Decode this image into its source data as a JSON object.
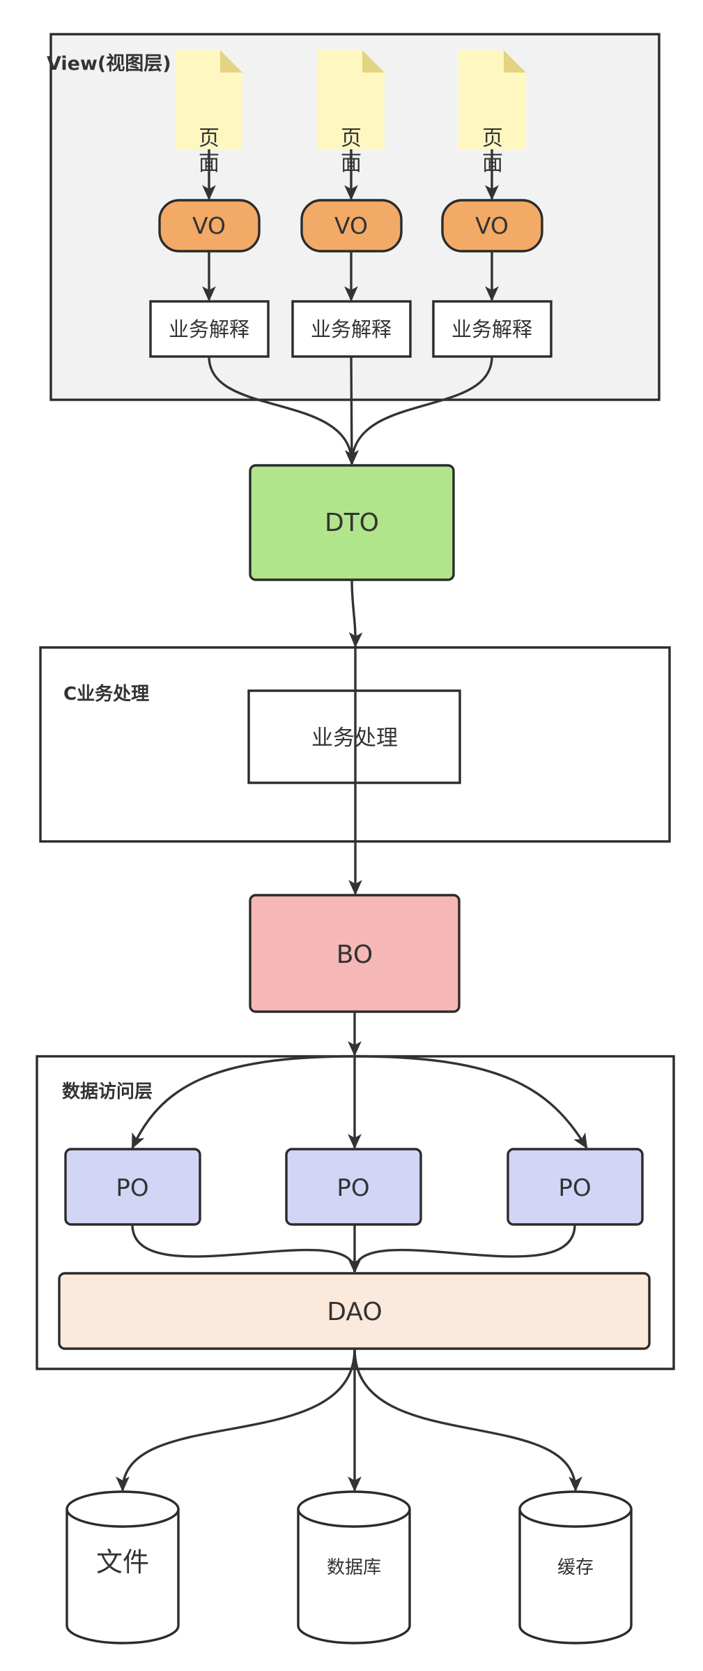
{
  "view_layer": {
    "title": "View(视图层)",
    "pages": [
      {
        "line1": "页",
        "line2": "面"
      },
      {
        "line1": "页",
        "line2": "面"
      },
      {
        "line1": "页",
        "line2": "面"
      }
    ],
    "vo_items": [
      {
        "label": "VO"
      },
      {
        "label": "VO"
      },
      {
        "label": "VO"
      }
    ],
    "interpret_items": [
      {
        "label": "业务解释"
      },
      {
        "label": "业务解释"
      },
      {
        "label": "业务解释"
      }
    ]
  },
  "dto": {
    "label": "DTO"
  },
  "business_layer": {
    "title": "C业务处理",
    "process_label": "业务处理"
  },
  "bo": {
    "label": "BO"
  },
  "data_access_layer": {
    "title": "数据访问层",
    "po_items": [
      {
        "label": "PO"
      },
      {
        "label": "PO"
      },
      {
        "label": "PO"
      }
    ],
    "dao": {
      "label": "DAO"
    }
  },
  "storages": [
    {
      "label": "文件"
    },
    {
      "label": "数据库"
    },
    {
      "label": "缓存"
    }
  ],
  "colors": {
    "page_fill": "#fff7c0",
    "page_fold": "#e3d483",
    "vo_fill": "#f2aa66",
    "dto_fill": "#b0e58c",
    "bo_fill": "#f5b8b6",
    "po_fill": "#d3d5f6",
    "dao_fill": "#fbe9db",
    "view_layer_fill": "#f2f2f2",
    "stroke": "#2b2b2b"
  }
}
